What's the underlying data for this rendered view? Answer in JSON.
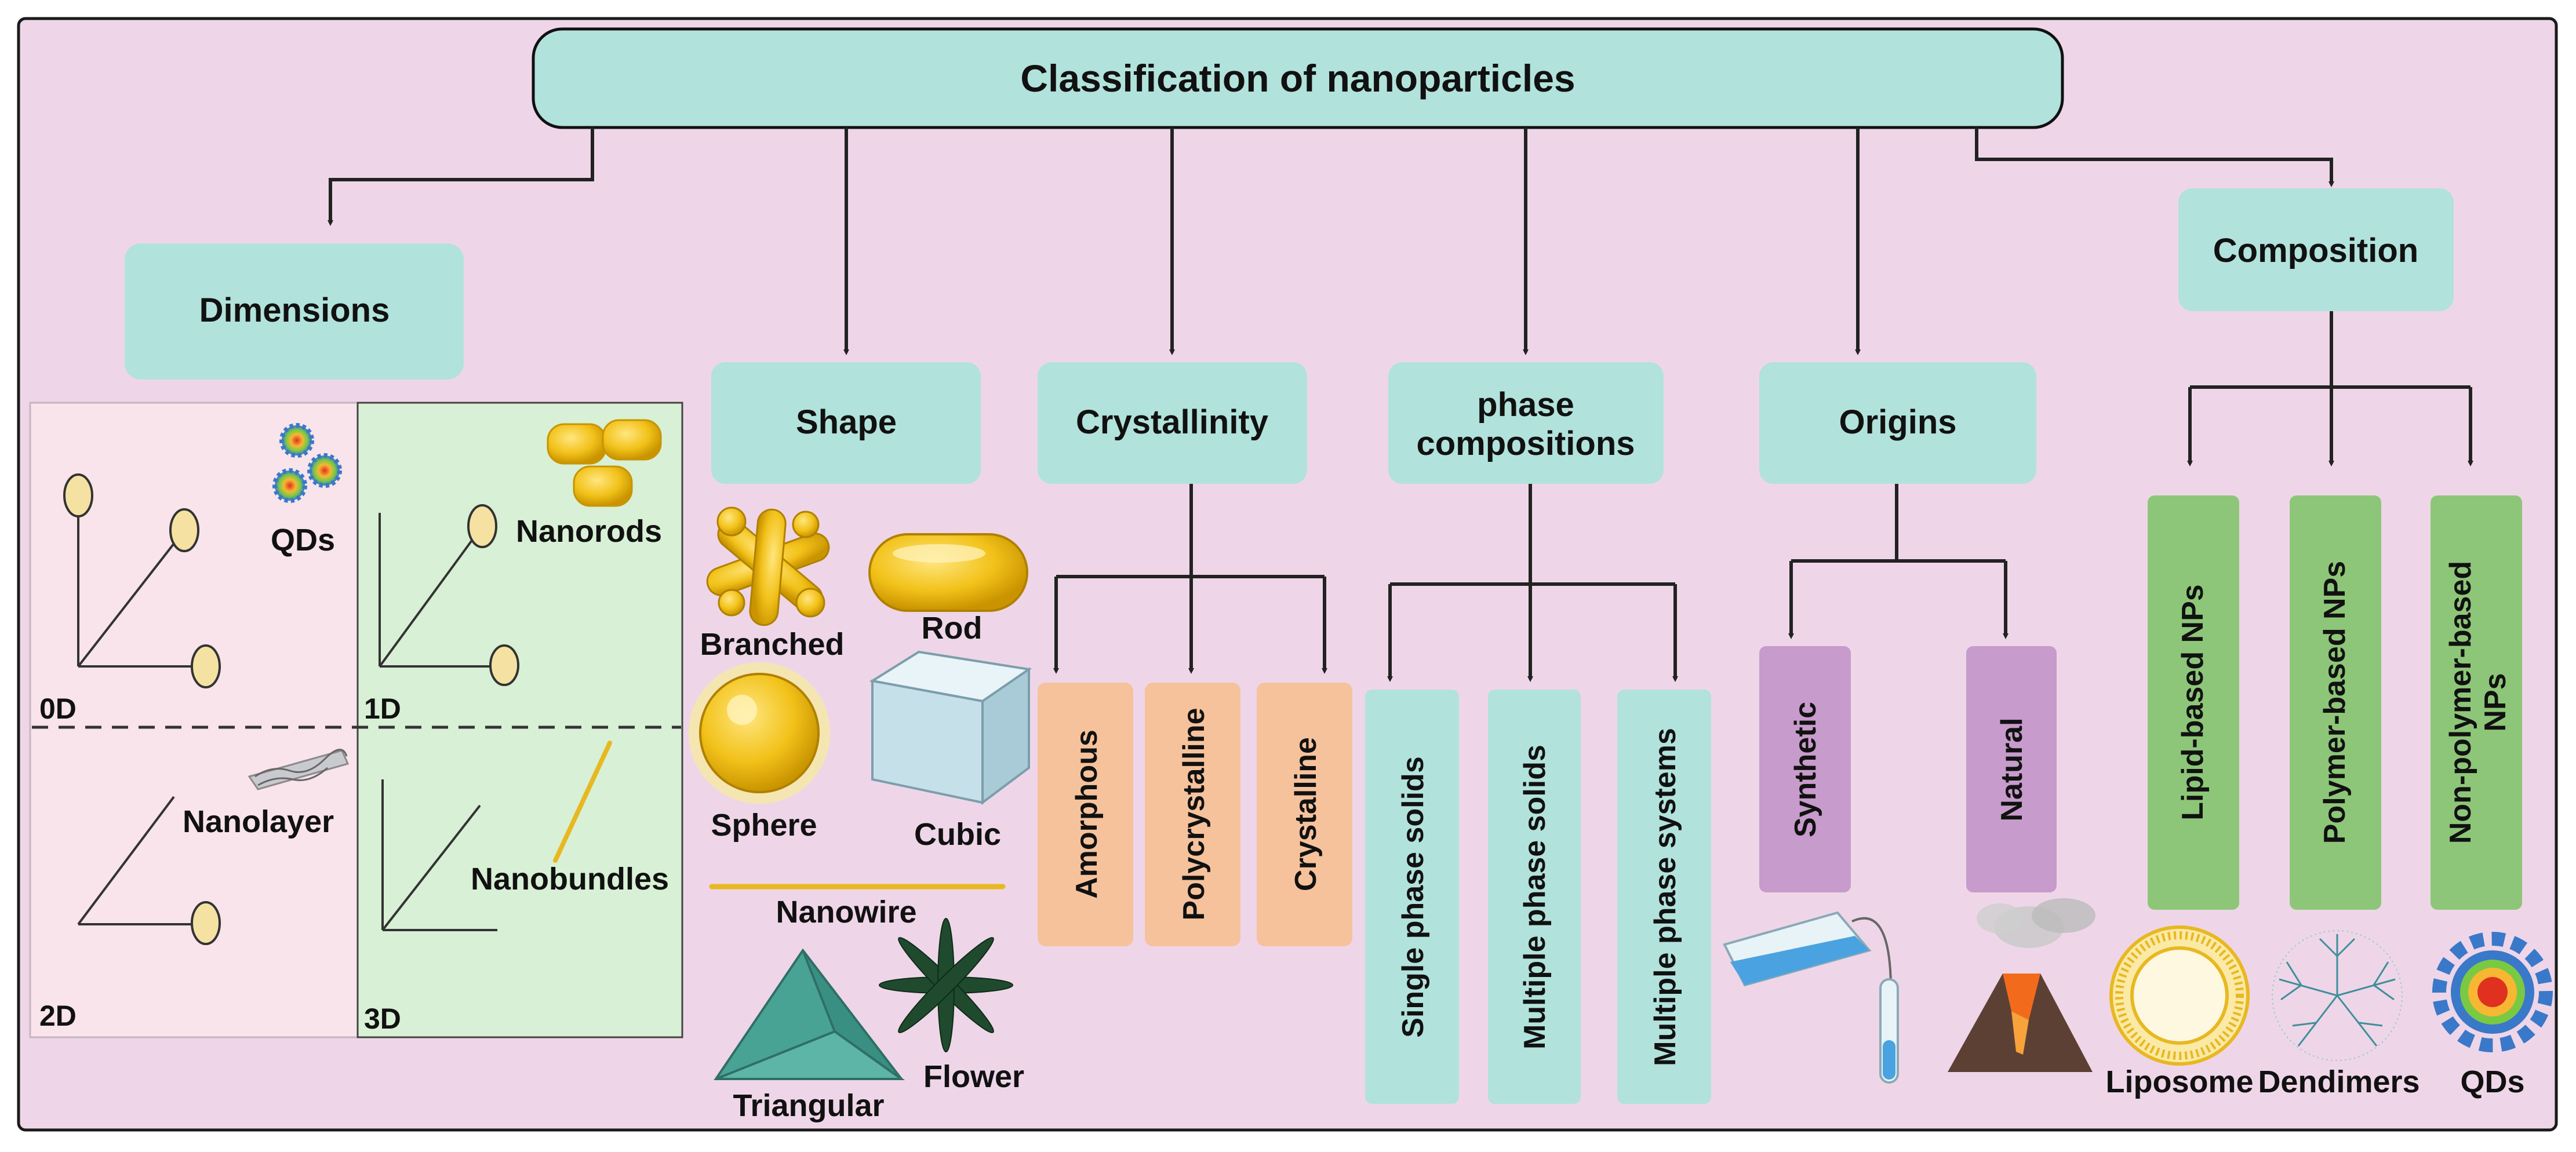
{
  "title": "Classification of nanoparticles",
  "categories": {
    "dimensions": "Dimensions",
    "shape": "Shape",
    "crystallinity": "Crystallinity",
    "phase_line1": "phase",
    "phase_line2": "compositions",
    "origins": "Origins",
    "composition": "Composition"
  },
  "dimensions": {
    "zero_d": "0D",
    "one_d": "1D",
    "two_d": "2D",
    "three_d": "3D",
    "qds": "QDs",
    "nanorods": "Nanorods",
    "nanolayer": "Nanolayer",
    "nanobundles": "Nanobundles"
  },
  "shapes": {
    "branched": "Branched",
    "rod": "Rod",
    "sphere": "Sphere",
    "cubic": "Cubic",
    "nanowire": "Nanowire",
    "triangular": "Triangular",
    "flower": "Flower"
  },
  "crystallinity_types": [
    "Amorphous",
    "Polycrystalline",
    "Crystalline"
  ],
  "phase_types": [
    "Single phase solids",
    "Multiple  phase solids",
    "Multiple  phase systems"
  ],
  "origin_types": [
    "Synthetic",
    "Natural"
  ],
  "composition_types": {
    "lipid": "Lipid-based NPs",
    "polymer": "Polymer-based NPs",
    "nonpolymer_line1": "Non-polymer-based",
    "nonpolymer_line2": "NPs",
    "liposome": "Liposome",
    "dendimers": "Dendimers",
    "qds": "QDs"
  },
  "colors": {
    "background": "#eed6e8",
    "teal_box": "#b2e2dc",
    "orange_box": "#f6c29c",
    "purple_box": "#c79bcb",
    "green_box": "#8dc678",
    "panel_pink": "#f8e4ea",
    "panel_green": "#d8f0d5"
  }
}
